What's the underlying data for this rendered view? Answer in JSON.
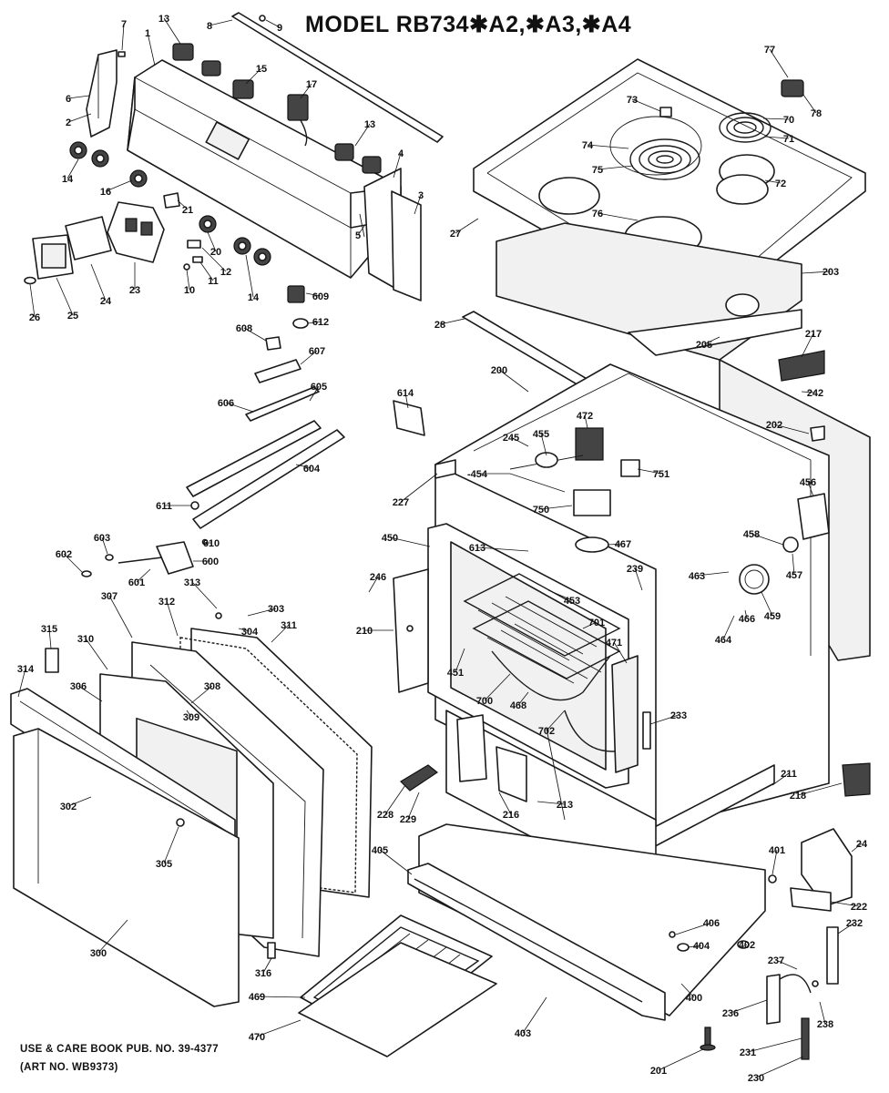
{
  "diagram": {
    "title": "MODEL RB734✱A2,✱A3,✱A4",
    "footer_line1": "USE & CARE BOOK PUB. NO. 39-4377",
    "footer_line2": "(ART NO. WB9373)",
    "part_labels": [
      {
        "id": "1",
        "text": "1"
      },
      {
        "id": "2",
        "text": "2"
      },
      {
        "id": "3",
        "text": "3"
      },
      {
        "id": "4",
        "text": "4"
      },
      {
        "id": "5",
        "text": "5"
      },
      {
        "id": "6",
        "text": "6"
      },
      {
        "id": "7",
        "text": "7"
      },
      {
        "id": "8",
        "text": "8"
      },
      {
        "id": "9",
        "text": "9"
      },
      {
        "id": "10",
        "text": "10"
      },
      {
        "id": "11",
        "text": "11"
      },
      {
        "id": "12",
        "text": "12"
      },
      {
        "id": "13a",
        "text": "13"
      },
      {
        "id": "13b",
        "text": "13"
      },
      {
        "id": "14a",
        "text": "14"
      },
      {
        "id": "14b",
        "text": "14"
      },
      {
        "id": "15",
        "text": "15"
      },
      {
        "id": "16",
        "text": "16"
      },
      {
        "id": "17",
        "text": "17"
      },
      {
        "id": "20",
        "text": "20"
      },
      {
        "id": "21",
        "text": "21"
      },
      {
        "id": "23",
        "text": "23"
      },
      {
        "id": "24",
        "text": "24"
      },
      {
        "id": "25",
        "text": "25"
      },
      {
        "id": "26",
        "text": "26"
      },
      {
        "id": "27",
        "text": "27"
      },
      {
        "id": "28",
        "text": "28"
      },
      {
        "id": "70",
        "text": "70"
      },
      {
        "id": "71",
        "text": "71"
      },
      {
        "id": "72",
        "text": "72"
      },
      {
        "id": "73",
        "text": "73"
      },
      {
        "id": "74",
        "text": "74"
      },
      {
        "id": "75",
        "text": "75"
      },
      {
        "id": "76",
        "text": "76"
      },
      {
        "id": "77",
        "text": "77"
      },
      {
        "id": "78",
        "text": "78"
      },
      {
        "id": "200",
        "text": "200"
      },
      {
        "id": "201",
        "text": "201"
      },
      {
        "id": "202",
        "text": "202"
      },
      {
        "id": "203",
        "text": "203"
      },
      {
        "id": "205",
        "text": "205"
      },
      {
        "id": "210",
        "text": "210"
      },
      {
        "id": "211",
        "text": "211"
      },
      {
        "id": "213",
        "text": "213"
      },
      {
        "id": "216",
        "text": "216"
      },
      {
        "id": "217",
        "text": "217"
      },
      {
        "id": "218",
        "text": "218"
      },
      {
        "id": "222",
        "text": "222"
      },
      {
        "id": "227",
        "text": "227"
      },
      {
        "id": "228",
        "text": "228"
      },
      {
        "id": "229",
        "text": "229"
      },
      {
        "id": "230",
        "text": "230"
      },
      {
        "id": "231",
        "text": "231"
      },
      {
        "id": "232",
        "text": "232"
      },
      {
        "id": "233",
        "text": "233"
      },
      {
        "id": "236",
        "text": "236"
      },
      {
        "id": "237",
        "text": "237"
      },
      {
        "id": "238",
        "text": "238"
      },
      {
        "id": "239",
        "text": "239"
      },
      {
        "id": "242",
        "text": "242"
      },
      {
        "id": "245",
        "text": "245"
      },
      {
        "id": "246",
        "text": "246"
      },
      {
        "id": "24x",
        "text": "24"
      },
      {
        "id": "300",
        "text": "300"
      },
      {
        "id": "302",
        "text": "302"
      },
      {
        "id": "303",
        "text": "303"
      },
      {
        "id": "304",
        "text": "304"
      },
      {
        "id": "305",
        "text": "305"
      },
      {
        "id": "306",
        "text": "306"
      },
      {
        "id": "307",
        "text": "307"
      },
      {
        "id": "308",
        "text": "308"
      },
      {
        "id": "309",
        "text": "309"
      },
      {
        "id": "310",
        "text": "310"
      },
      {
        "id": "311",
        "text": "311"
      },
      {
        "id": "312",
        "text": "312"
      },
      {
        "id": "313",
        "text": "313"
      },
      {
        "id": "314",
        "text": "314"
      },
      {
        "id": "315",
        "text": "315"
      },
      {
        "id": "316",
        "text": "316"
      },
      {
        "id": "400",
        "text": "400"
      },
      {
        "id": "401",
        "text": "401"
      },
      {
        "id": "402",
        "text": "402"
      },
      {
        "id": "403",
        "text": "403"
      },
      {
        "id": "404",
        "text": "404"
      },
      {
        "id": "405",
        "text": "405"
      },
      {
        "id": "406",
        "text": "406"
      },
      {
        "id": "450",
        "text": "450"
      },
      {
        "id": "451",
        "text": "451"
      },
      {
        "id": "453",
        "text": "453"
      },
      {
        "id": "454",
        "text": "-454"
      },
      {
        "id": "455",
        "text": "455"
      },
      {
        "id": "456",
        "text": "456"
      },
      {
        "id": "457",
        "text": "457"
      },
      {
        "id": "458",
        "text": "458"
      },
      {
        "id": "459",
        "text": "459"
      },
      {
        "id": "463",
        "text": "463"
      },
      {
        "id": "464",
        "text": "464"
      },
      {
        "id": "466",
        "text": "466"
      },
      {
        "id": "467",
        "text": "467"
      },
      {
        "id": "468",
        "text": "468"
      },
      {
        "id": "469",
        "text": "469"
      },
      {
        "id": "470",
        "text": "470"
      },
      {
        "id": "471",
        "text": "471"
      },
      {
        "id": "472",
        "text": "472"
      },
      {
        "id": "600",
        "text": "600"
      },
      {
        "id": "601",
        "text": "601"
      },
      {
        "id": "602",
        "text": "602"
      },
      {
        "id": "603",
        "text": "603"
      },
      {
        "id": "604",
        "text": "604"
      },
      {
        "id": "605",
        "text": "605"
      },
      {
        "id": "606",
        "text": "606"
      },
      {
        "id": "607",
        "text": "607"
      },
      {
        "id": "608",
        "text": "608"
      },
      {
        "id": "609",
        "text": "609"
      },
      {
        "id": "610",
        "text": "610"
      },
      {
        "id": "611",
        "text": "611"
      },
      {
        "id": "612",
        "text": "612"
      },
      {
        "id": "613",
        "text": "613"
      },
      {
        "id": "614",
        "text": "614"
      },
      {
        "id": "700",
        "text": "700"
      },
      {
        "id": "701",
        "text": "701"
      },
      {
        "id": "702",
        "text": "702"
      },
      {
        "id": "750",
        "text": "750"
      },
      {
        "id": "751",
        "text": "751"
      }
    ]
  }
}
